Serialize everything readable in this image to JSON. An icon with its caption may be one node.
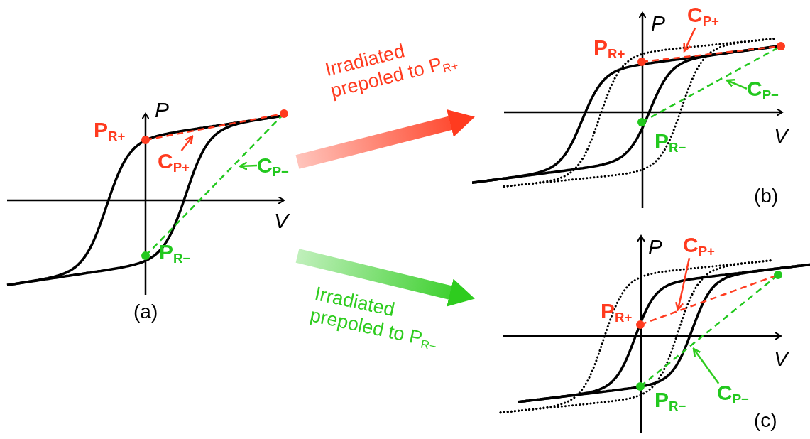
{
  "diagram": {
    "nodes": [
      {
        "text": [],
        "shape": "picture",
        "beside": [
          "(a)"
        ]
      },
      {
        "text": [
          "C$_{P+}$"
        ],
        "in": 0
      },
      {
        "text": [
          "C$_{P−}$"
        ],
        "in": 0
      },
      {
        "text": [],
        "shape": "picture",
        "beside": [
          "(b)"
        ]
      },
      {
        "text": [
          "C$_{P+}$"
        ],
        "in": 3
      },
      {
        "text": [
          "C$_{P−}$"
        ],
        "in": 3
      },
      {
        "text": [],
        "shape": "picture",
        "beside": [
          "(c)"
        ]
      },
      {
        "text": [
          "C$_{P+}$"
        ],
        "in": 6
      },
      {
        "text": [
          "C$_{P−}$"
        ],
        "in": 6
      }
    ],
    "edges": [
      {
        "from": 0,
        "to": 3,
        "arrow": "to",
        "label": "Irradiated prepoled to P$_{R+}$",
        "style": "thick",
        "color": "#ff3b1f"
      },
      {
        "from": 0,
        "to": 6,
        "arrow": "to",
        "label": "Irradiated prepoled to P$_{R−}$",
        "style": "thick",
        "color": "#2ecc1e"
      },
      {
        "from": 1,
        "to": null,
        "arrow": "to",
        "color": "#ff3b1f"
      },
      {
        "from": 2,
        "to": null,
        "arrow": "to",
        "color": "#2ecc1e"
      },
      {
        "from": 4,
        "to": null,
        "arrow": "to",
        "color": "#ff3b1f"
      },
      {
        "from": 5,
        "to": null,
        "arrow": "to",
        "color": "#2ecc1e"
      },
      {
        "from": 7,
        "to": null,
        "arrow": "to",
        "color": "#ff3b1f"
      },
      {
        "from": 8,
        "to": null,
        "arrow": "to",
        "color": "#2ecc1e"
      }
    ],
    "labels": [
      "P",
      "P$_{R+}$",
      "V",
      "P$_{R−}$",
      "P",
      "P$_{R+}$",
      "V",
      "P$_{R−}$",
      "P",
      "P$_{R+}$",
      "V",
      "P$_{R−}$"
    ]
  }
}
